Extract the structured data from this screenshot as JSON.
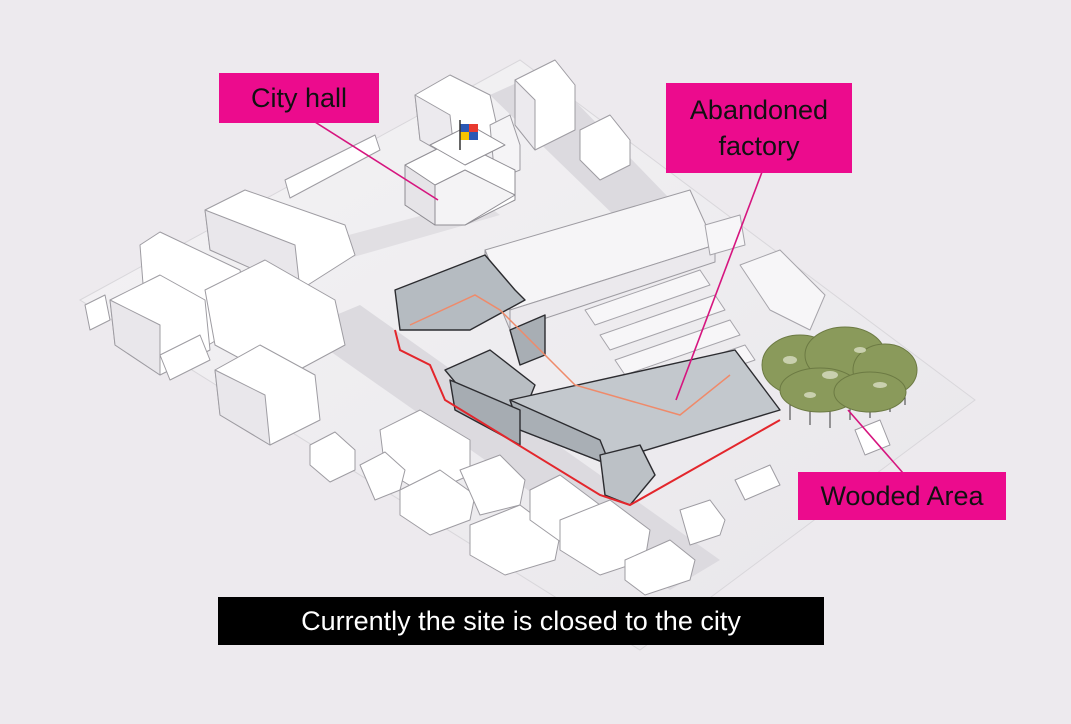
{
  "labels": {
    "city_hall": "City hall",
    "abandoned_factory_line1": "Abandoned",
    "abandoned_factory_line2": "factory",
    "wooded_area": "Wooded Area"
  },
  "caption": "Currently the site is closed to the city",
  "colors": {
    "background": "#edeaee",
    "label_fill": "#ec0b8d",
    "leader_line": "#d6157f",
    "site_boundary": "#e3262c",
    "factory_fill": "#b9bec3",
    "tree_fill": "#8a9a5b",
    "caption_fill": "#000000",
    "caption_text": "#ffffff"
  },
  "icons": [
    "flag-icon"
  ]
}
